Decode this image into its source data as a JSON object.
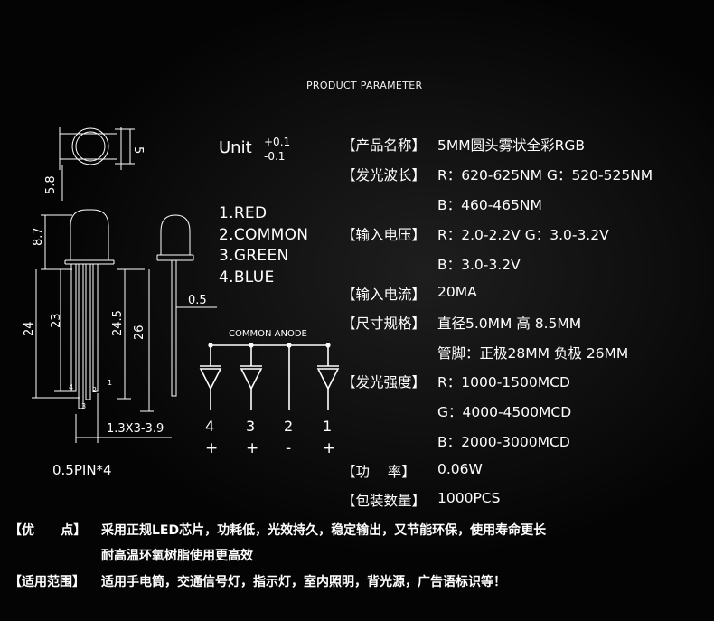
{
  "page": {
    "title": "PRODUCT PARAMETER"
  },
  "drawing": {
    "unit_label": "Unit",
    "tolerance_plus": "+0.1",
    "tolerance_minus": "-0.1",
    "pins": [
      "1.RED",
      "2.COMMON",
      "3.GREEN",
      "4.BLUE"
    ],
    "dims": {
      "top_dia": "5",
      "flange": "5.8",
      "dome": "8.7",
      "total": "24",
      "pin_a": "23",
      "pin_b": "24.5",
      "pin_c": "26",
      "lead_width": "0.5",
      "pitch": "1.3X3-3.9",
      "pin_spec": "0.5PIN*4"
    },
    "side_pin_numbers": [
      "4",
      "2",
      "3",
      "1"
    ],
    "circuit": {
      "title": "COMMON ANODE",
      "numbers": [
        "4",
        "3",
        "2",
        "1"
      ],
      "signs": [
        "+",
        "+",
        "-",
        "+"
      ]
    }
  },
  "params": [
    {
      "label": "【产品名称】",
      "lines": [
        "5MM圆头雾状全彩RGB"
      ]
    },
    {
      "label": "【发光波长】",
      "lines": [
        "R：620-625NM G：520-525NM",
        "B：460-465NM"
      ]
    },
    {
      "label": "【输入电压】",
      "lines": [
        "R：2.0-2.2V G：3.0-3.2V",
        "B：3.0-3.2V"
      ]
    },
    {
      "label": "【输入电流】",
      "lines": [
        "20MA"
      ]
    },
    {
      "label": "【尺寸规格】",
      "lines": [
        "直径5.0MM 高 8.5MM",
        "管脚：正极28MM 负极 26MM"
      ]
    },
    {
      "label": "【发光强度】",
      "lines": [
        "R：1000-1500MCD",
        "G：4000-4500MCD",
        "B：2000-3000MCD"
      ]
    },
    {
      "label": "【功    率】",
      "lines": [
        "0.06W"
      ]
    },
    {
      "label": "【包装数量】",
      "lines": [
        "1000PCS"
      ]
    }
  ],
  "footer": {
    "advantages_label": "【优      点】",
    "advantages_text": "采用正规LED芯片，功耗低，光效持久，稳定输出，又节能环保，使用寿命更长",
    "advantages_text2": "耐高温环氧树脂使用更高效",
    "usage_label": "【适用范围】",
    "usage_text": "适用手电筒，交通信号灯，指示灯，室内照明，背光源，广告语标识等！"
  }
}
